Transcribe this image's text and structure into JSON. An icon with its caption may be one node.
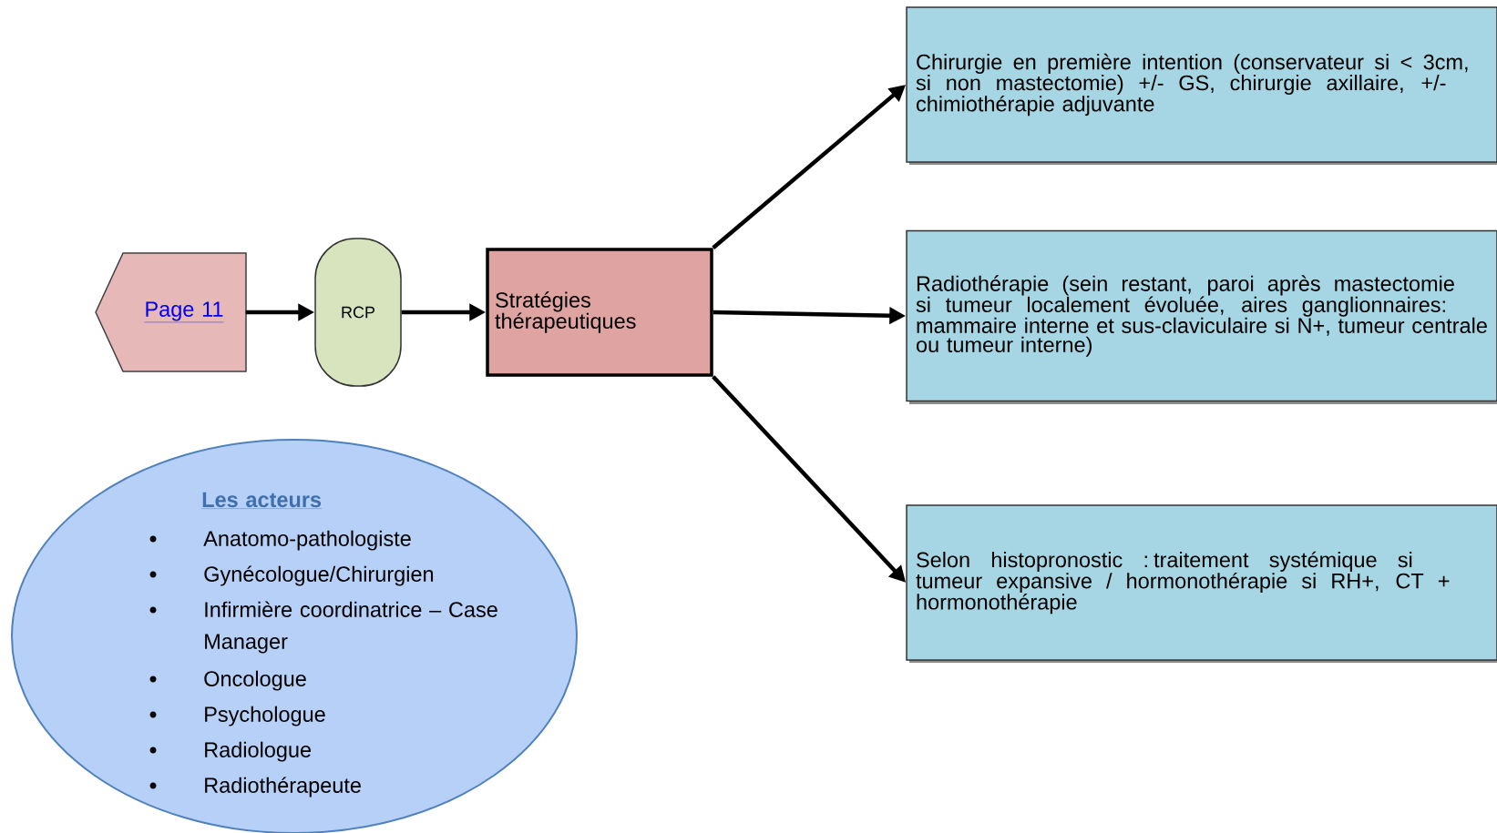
{
  "diagram": {
    "nodes": [
      {
        "text": [
          "Page 11"
        ]
      },
      {
        "text": [
          "RCP"
        ]
      },
      {
        "text": [
          "Stratégies thérapeutiques"
        ]
      },
      {
        "text": [
          "Chirurgie en première intention (conservateur si < 3cm, si non mastectomie) +/- GS, chirurgie axillaire, +/- chimiothérapie adjuvante"
        ]
      },
      {
        "text": [
          "Radiothérapie (sein restant, paroi après mastectomie si tumeur localement évoluée, aires ganglionnaires: mammaire interne et sus-claviculaire si N+, tumeur centrale ou tumeur interne)"
        ]
      },
      {
        "text": [
          "Selon histopronostic : traitement systémique si tumeur expansive / hormonothérapie si RH+, CT + hormonothérapie"
        ]
      },
      {
        "text": [
          "Les acteurs",
          "Anatomo-pathologiste",
          "Gynécologue/Chirurgien",
          "Infirmière coordinatrice – Case Manager",
          "Oncologue",
          "Psychologue",
          "Radiologue",
          "Radiothérapeute"
        ]
      }
    ],
    "edges": [
      {
        "from": 0,
        "to": 1,
        "arrow": "to"
      },
      {
        "from": 1,
        "to": 2,
        "arrow": "to"
      },
      {
        "from": 2,
        "to": 3,
        "arrow": "to"
      },
      {
        "from": 2,
        "to": 4,
        "arrow": "to"
      },
      {
        "from": 2,
        "to": 5,
        "arrow": "to"
      }
    ]
  }
}
